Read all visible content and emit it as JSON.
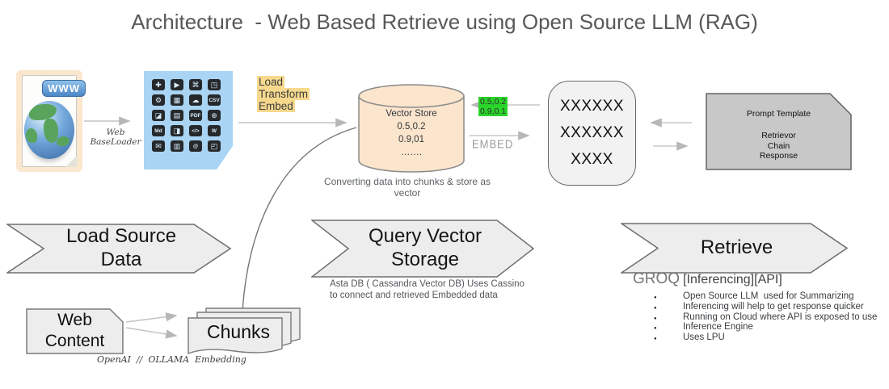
{
  "title": "Architecture  - Web Based Retrieve using Open Source LLM (RAG)",
  "source": {
    "badge": "WWW",
    "loader_label": "Web BaseLoader"
  },
  "loaders_icons": [
    "✚",
    "▶",
    "⌘",
    "◳",
    "⚙",
    "▦",
    "☁",
    "CSV",
    "◪",
    "▤",
    "PDF",
    "⊕",
    "Md",
    "◨",
    "</>",
    "W",
    "✉",
    "▥",
    "@",
    "◰"
  ],
  "steps_note": {
    "load_transform_embed": [
      "Load",
      "Transform",
      "Embed"
    ]
  },
  "vector_store": {
    "title": "Vector Store",
    "values": [
      "0.5,0.2",
      "0.9,01",
      "……."
    ],
    "caption": "Converting data into chunks & store as vector"
  },
  "embedding_flow": {
    "vector_labels": [
      "0.5,0.2",
      "0.9,0.1"
    ],
    "embed_label": "EMBED"
  },
  "query_tokens": [
    "XXXXXX",
    "XXXXXX",
    "XXXX"
  ],
  "prompt_template": {
    "title": "Prompt Template",
    "items": [
      "Retrievor",
      "Chain",
      "Response"
    ]
  },
  "chevrons": {
    "load": "Load Source Data",
    "query": "Query Vector Storage",
    "retrieve": "Retrieve"
  },
  "asta_note": {
    "line1": "Asta DB ( Cassandra Vector DB) Uses Cassino",
    "line2": "to connect and retrieved Embedded data"
  },
  "groq": {
    "name": "GROQ",
    "tags": "[Inferencing][API]",
    "bullets": [
      "Open Source LLM  used for Summarizing",
      "Inferencing will help to get response quicker",
      "Running on Cloud where API is exposed to use",
      "Inference Engine",
      "Uses LPU"
    ]
  },
  "bottom": {
    "web_content": "Web Content",
    "chunks": "Chunks",
    "embedding_note": "OpenAI  //  OLLAMA  Embedding"
  },
  "colors": {
    "highlight_yellow": "#f6d98d",
    "vector_green": "#2ad42a",
    "cylinder_fill": "#fbe5cd",
    "badge_blue": "#4c86c6",
    "box_gray": "#c8c8c8"
  }
}
